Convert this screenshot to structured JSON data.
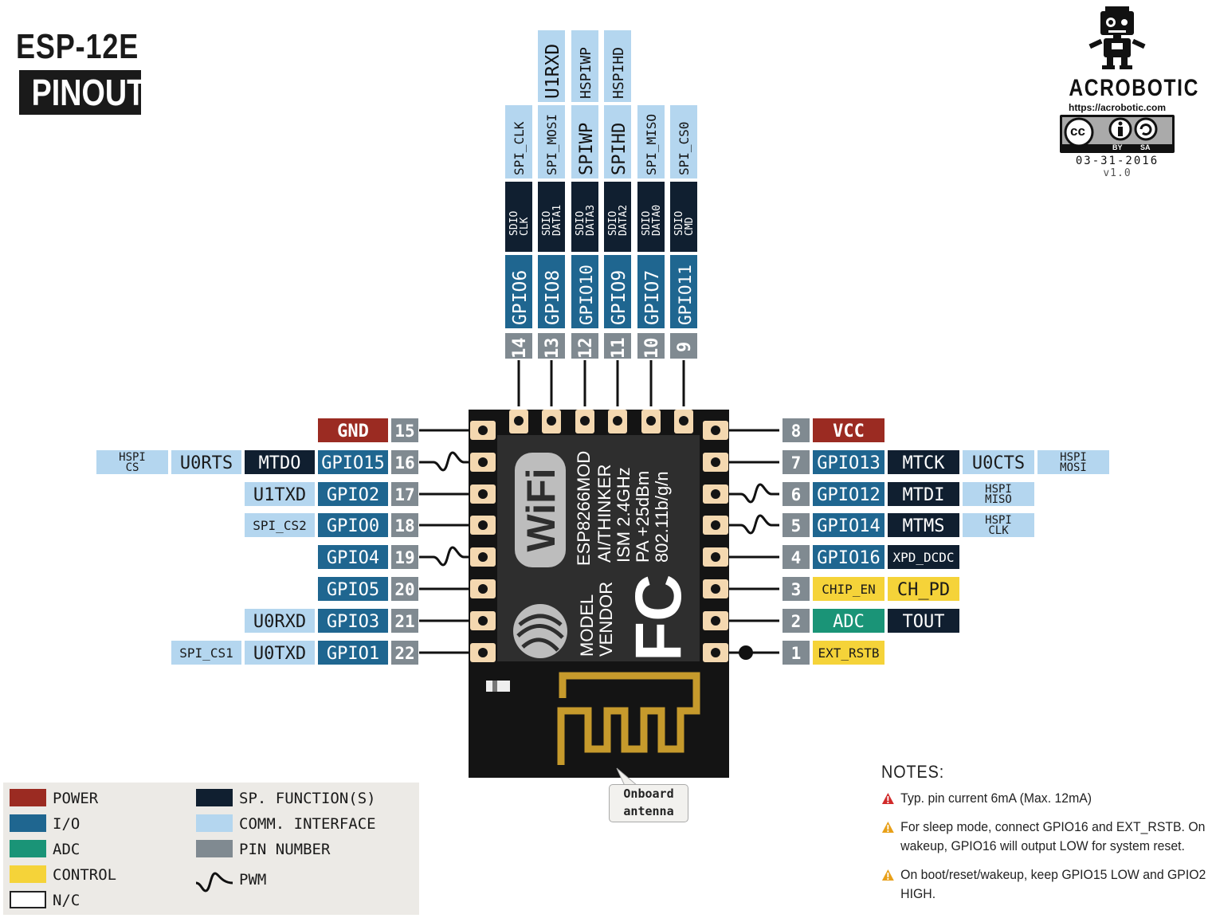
{
  "title": {
    "line1": "ESP-12E",
    "line2": "PINOUT"
  },
  "logo": {
    "brand": "ACROBOTIC",
    "url": "https://acrobotic.com",
    "license_by": "BY",
    "license_sa": "SA",
    "license_cc": "cc",
    "date": "03-31-2016",
    "version": "v1.0"
  },
  "colors": {
    "power": "#9b2b22",
    "io": "#1f6690",
    "adc": "#1a9477",
    "control": "#f5d339",
    "special": "#101f30",
    "comm": "#b4d6ef",
    "pin": "#808a91"
  },
  "module": {
    "wifi": "WiFi",
    "lines": [
      "ESP8266MOD",
      "AI/THINKER",
      "ISM 2.4GHz",
      "PA +25dBm",
      "802.11b/g/n"
    ],
    "model": "MODEL",
    "vendor": "VENDOR",
    "fc": "FC",
    "antenna_label": [
      "Onboard",
      "antenna"
    ]
  },
  "top_pins": [
    {
      "pin": "14",
      "gpio": "GPIO6",
      "sdio": [
        "SDIO",
        "CLK"
      ],
      "comm": "SPI_CLK",
      "comm_small": true,
      "extra": ""
    },
    {
      "pin": "13",
      "gpio": "GPIO8",
      "sdio": [
        "SDIO",
        "DATA1"
      ],
      "comm": "SPI_MOSI",
      "comm_small": true,
      "extra": "U1RXD"
    },
    {
      "pin": "12",
      "gpio": "GPIO10",
      "sdio": [
        "SDIO",
        "DATA3"
      ],
      "comm": "SPIWP",
      "comm_small": false,
      "extra": "HSPIWP"
    },
    {
      "pin": "11",
      "gpio": "GPIO9",
      "sdio": [
        "SDIO",
        "DATA2"
      ],
      "comm": "SPIHD",
      "comm_small": false,
      "extra": "HSPIHD"
    },
    {
      "pin": "10",
      "gpio": "GPIO7",
      "sdio": [
        "SDIO",
        "DATA0"
      ],
      "comm": "SPI_MISO",
      "comm_small": true,
      "extra": ""
    },
    {
      "pin": "9",
      "gpio": "GPIO11",
      "sdio": [
        "SDIO",
        "CMD"
      ],
      "comm": "SPI_CS0",
      "comm_small": true,
      "extra": ""
    }
  ],
  "left_pins": [
    {
      "pin": "15",
      "labels": [
        {
          "text": "GND",
          "type": "power"
        }
      ],
      "pwm": false
    },
    {
      "pin": "16",
      "labels": [
        {
          "text": "GPIO15",
          "type": "io"
        },
        {
          "text": "MTDO",
          "type": "special"
        },
        {
          "text": "U0RTS",
          "type": "comm"
        },
        {
          "text": "HSPI|CS",
          "type": "comm",
          "stack": true
        }
      ],
      "pwm": true
    },
    {
      "pin": "17",
      "labels": [
        {
          "text": "GPIO2",
          "type": "io"
        },
        {
          "text": "U1TXD",
          "type": "comm"
        }
      ],
      "pwm": false
    },
    {
      "pin": "18",
      "labels": [
        {
          "text": "GPIO0",
          "type": "io"
        },
        {
          "text": "SPI_CS2",
          "type": "comm",
          "small": true
        }
      ],
      "pwm": false
    },
    {
      "pin": "19",
      "labels": [
        {
          "text": "GPIO4",
          "type": "io"
        }
      ],
      "pwm": true
    },
    {
      "pin": "20",
      "labels": [
        {
          "text": "GPIO5",
          "type": "io"
        }
      ],
      "pwm": false
    },
    {
      "pin": "21",
      "labels": [
        {
          "text": "GPIO3",
          "type": "io"
        },
        {
          "text": "U0RXD",
          "type": "comm"
        }
      ],
      "pwm": false
    },
    {
      "pin": "22",
      "labels": [
        {
          "text": "GPIO1",
          "type": "io"
        },
        {
          "text": "U0TXD",
          "type": "comm"
        },
        {
          "text": "SPI_CS1",
          "type": "comm",
          "small": true
        }
      ],
      "pwm": false
    }
  ],
  "right_pins": [
    {
      "pin": "8",
      "labels": [
        {
          "text": "VCC",
          "type": "power"
        }
      ],
      "pwm": false,
      "dot": false
    },
    {
      "pin": "7",
      "labels": [
        {
          "text": "GPIO13",
          "type": "io"
        },
        {
          "text": "MTCK",
          "type": "special"
        },
        {
          "text": "U0CTS",
          "type": "comm"
        },
        {
          "text": "HSPI|MOSI",
          "type": "comm",
          "stack": true
        }
      ],
      "pwm": false,
      "dot": false
    },
    {
      "pin": "6",
      "labels": [
        {
          "text": "GPIO12",
          "type": "io"
        },
        {
          "text": "MTDI",
          "type": "special"
        },
        {
          "text": "HSPI|MISO",
          "type": "comm",
          "stack": true
        }
      ],
      "pwm": true,
      "dot": false
    },
    {
      "pin": "5",
      "labels": [
        {
          "text": "GPIO14",
          "type": "io"
        },
        {
          "text": "MTMS",
          "type": "special"
        },
        {
          "text": "HSPI|CLK",
          "type": "comm",
          "stack": true
        }
      ],
      "pwm": true,
      "dot": false
    },
    {
      "pin": "4",
      "labels": [
        {
          "text": "GPIO16",
          "type": "io"
        },
        {
          "text": "XPD_DCDC",
          "type": "special",
          "small": true
        }
      ],
      "pwm": false,
      "dot": false
    },
    {
      "pin": "3",
      "labels": [
        {
          "text": "CHIP_EN",
          "type": "control",
          "small": true
        },
        {
          "text": "CH_PD",
          "type": "control"
        }
      ],
      "pwm": false,
      "dot": false
    },
    {
      "pin": "2",
      "labels": [
        {
          "text": "ADC",
          "type": "adc"
        },
        {
          "text": "TOUT",
          "type": "special"
        }
      ],
      "pwm": false,
      "dot": false
    },
    {
      "pin": "1",
      "labels": [
        {
          "text": "EXT_RSTB",
          "type": "control",
          "small": true
        }
      ],
      "pwm": false,
      "dot": true
    }
  ],
  "legend": [
    {
      "label": "POWER",
      "type": "power"
    },
    {
      "label": "I/O",
      "type": "io"
    },
    {
      "label": "ADC",
      "type": "adc"
    },
    {
      "label": "CONTROL",
      "type": "control"
    },
    {
      "label": "N/C",
      "type": "nc"
    },
    {
      "label": "SP. FUNCTION(S)",
      "type": "special"
    },
    {
      "label": "COMM. INTERFACE",
      "type": "comm"
    },
    {
      "label": "PIN NUMBER",
      "type": "pin"
    },
    {
      "label": "PWM",
      "type": "pwm"
    }
  ],
  "notes": {
    "title": "NOTES:",
    "items": [
      {
        "text": "Typ. pin current 6mA (Max. 12mA)",
        "level": "danger"
      },
      {
        "text": "For sleep mode, connect GPIO16 and EXT_RSTB. On wakeup, GPIO16 will output LOW for system reset.",
        "level": "warn"
      },
      {
        "text": "On boot/reset/wakeup, keep GPIO15 LOW and GPIO2 HIGH.",
        "level": "warn"
      }
    ]
  }
}
